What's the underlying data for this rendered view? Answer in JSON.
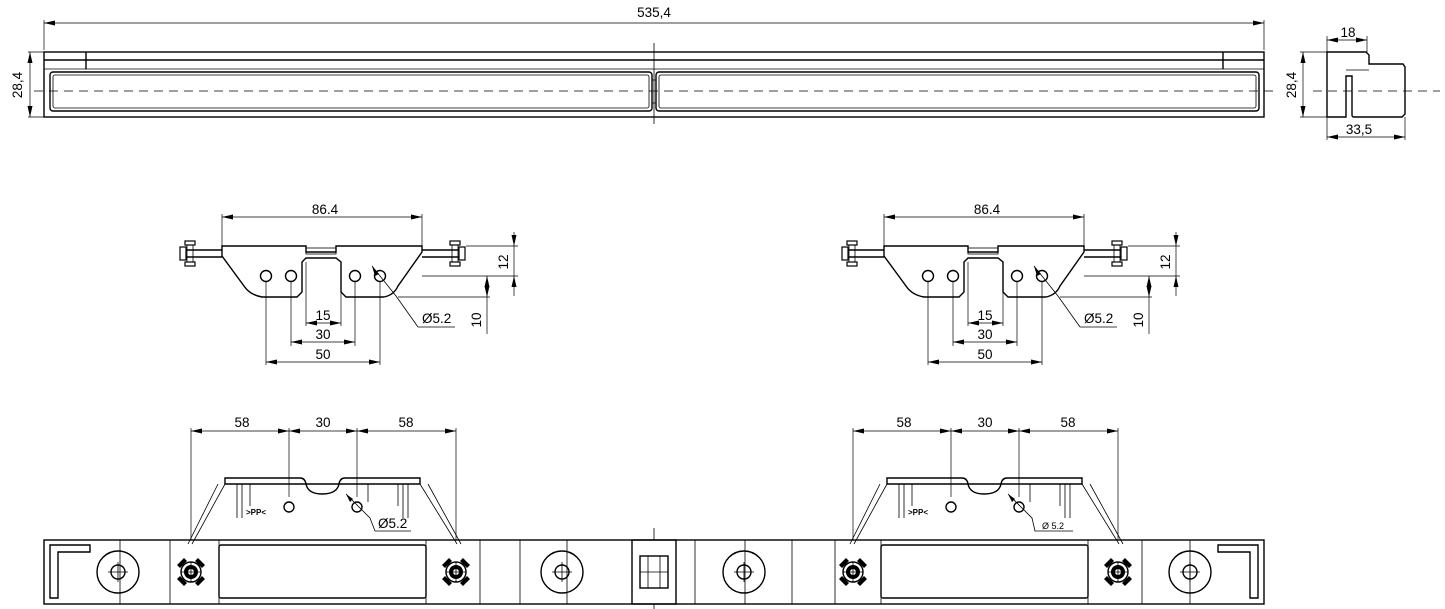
{
  "front_view": {
    "overall_length": "535,4",
    "height": "28,4"
  },
  "side_view": {
    "height": "28,4",
    "step_width": "18",
    "depth": "33,5"
  },
  "bracket_left": {
    "span": "86.4",
    "height_top": "12",
    "height_bottom": "10",
    "hole_spacing_small": "15",
    "hole_spacing_mid": "30",
    "hole_spacing_outer": "50",
    "hole_diameter": "Ø5.2"
  },
  "bracket_right": {
    "span": "86.4",
    "height_top": "12",
    "height_bottom": "10",
    "hole_spacing_small": "15",
    "hole_spacing_mid": "30",
    "hole_spacing_outer": "50",
    "hole_diameter": "Ø5.2"
  },
  "mount_left": {
    "left_offset": "58",
    "center_spacing": "30",
    "right_offset": "58",
    "hole_diameter": "Ø5.2",
    "marking": ">PP<"
  },
  "mount_right": {
    "left_offset": "58",
    "center_spacing": "30",
    "right_offset": "58",
    "hole_diameter": "Ø 5.2",
    "marking": ">PP<"
  }
}
